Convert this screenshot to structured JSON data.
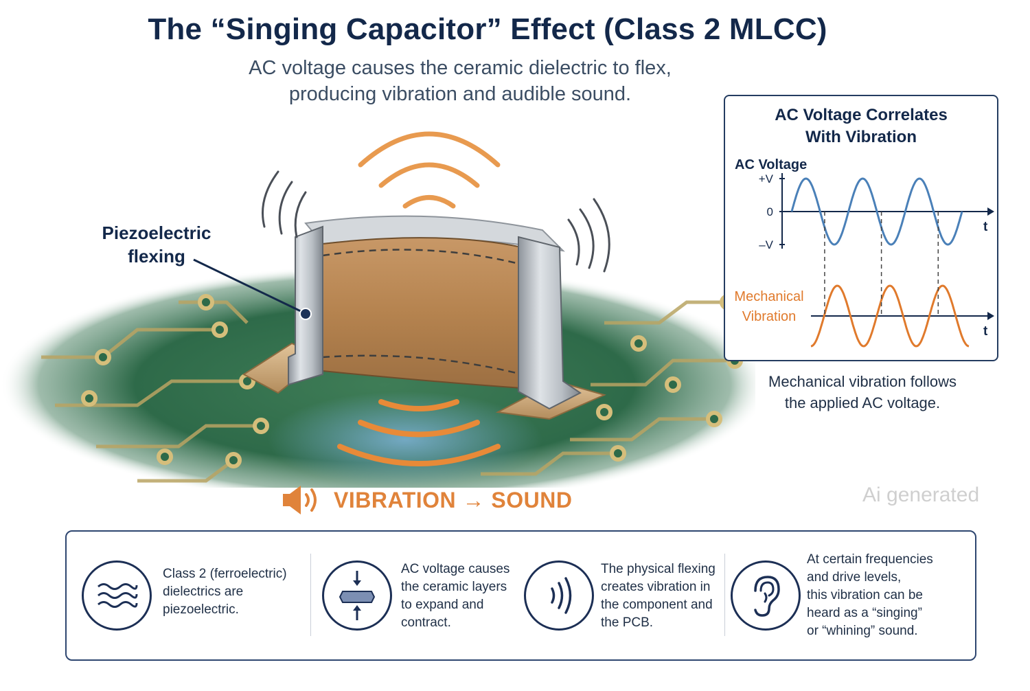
{
  "header": {
    "title": "The “Singing Capacitor” Effect (Class 2 MLCC)",
    "subtitle_line1": "AC voltage causes the ceramic dielectric to flex,",
    "subtitle_line2": "producing vibration and audible sound."
  },
  "illustration": {
    "callout_line1": "Piezoelectric",
    "callout_line2": "flexing",
    "vibration_label": "VIBRATION → SOUND",
    "icons": [
      "speaker-icon",
      "sound-wave-icon"
    ]
  },
  "watermark": "Ai generated",
  "chart_panel": {
    "title_line1": "AC Voltage Correlates",
    "title_line2": "With Vibration",
    "caption_line1": "Mechanical vibration follows",
    "caption_line2": "the applied AC voltage."
  },
  "chart_data": {
    "type": "line",
    "x_label": "t",
    "cycles": 3,
    "series": [
      {
        "name": "AC Voltage",
        "y_ticks": [
          "+V",
          "0",
          "–V"
        ],
        "color": "#4a80b8",
        "phase_offset_cycles": 0
      },
      {
        "name": "Mechanical Vibration",
        "color": "#e07a2c",
        "phase_offset_cycles": 0.25
      }
    ],
    "grid": false,
    "legend": "none"
  },
  "info_bar": {
    "items": [
      {
        "icon": "waves-icon",
        "lines": [
          "Class 2 (ferroelectric)",
          "dielectrics are",
          "piezoelectric."
        ]
      },
      {
        "icon": "compress-expand-icon",
        "lines": [
          "AC voltage causes",
          "the ceramic layers",
          "to expand and",
          "contract."
        ]
      },
      {
        "icon": "vibration-icon",
        "lines": [
          "The physical flexing",
          "creates vibration in",
          "the component and",
          "the PCB."
        ]
      },
      {
        "icon": "ear-icon",
        "lines": [
          "At certain frequencies",
          "and drive levels,",
          "this vibration can be",
          "heard as a “singing”",
          "or “whining” sound."
        ]
      }
    ]
  },
  "colors": {
    "title": "#13284a",
    "accent_orange": "#e0833a",
    "voltage_blue": "#4a80b8",
    "pcb_green": "#2f6b4a",
    "ceramic_tan": "#b98a5a"
  }
}
